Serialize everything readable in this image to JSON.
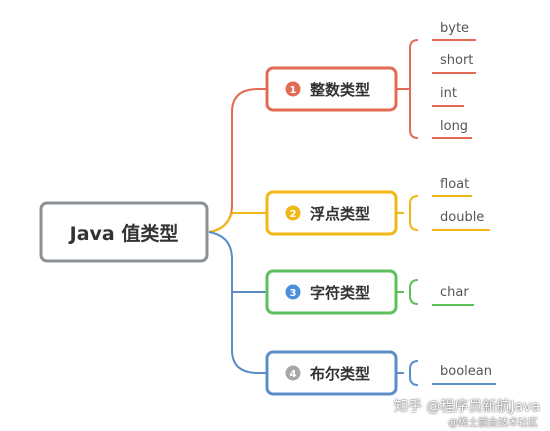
{
  "root": {
    "label": "Java 值类型",
    "color": "#8a9094"
  },
  "categories": [
    {
      "badge": "1",
      "label": "整数类型",
      "color": "#e36b55",
      "items": [
        "byte",
        "short",
        "int",
        "long"
      ]
    },
    {
      "badge": "2",
      "label": "浮点类型",
      "color": "#f0b716",
      "items": [
        "float",
        "double"
      ]
    },
    {
      "badge": "3",
      "label": "字符类型",
      "color": "#5cc15d",
      "items": [
        "char"
      ]
    },
    {
      "badge": "4",
      "label": "布尔类型",
      "color": "#5b8ec9",
      "badge_color": "#a8a8a8",
      "items": [
        "boolean"
      ]
    }
  ],
  "watermark": {
    "main": "知乎 @程序员新航Java",
    "sub": "@稀土掘金技术社区"
  }
}
